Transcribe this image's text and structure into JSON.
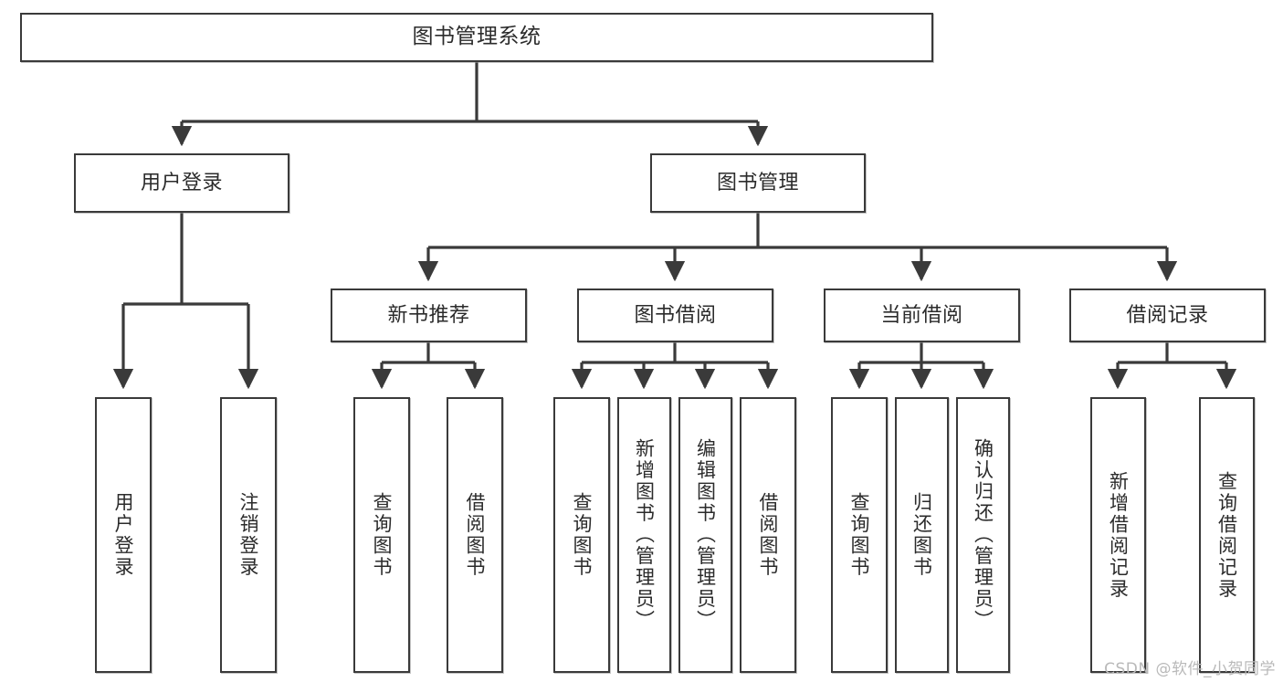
{
  "diagram": {
    "type": "tree",
    "title": "图书管理系统",
    "orientation": "top-down",
    "edge_style": "orthogonal-arrow",
    "colors": {
      "node_border": "#3a3a3a",
      "node_fill": "#ffffff",
      "edge": "#3a3a3a",
      "text": "#2b2b2b",
      "watermark": "#b9b9b9",
      "background": "#ffffff"
    }
  },
  "watermark": "CSDN @软件_小贺同学",
  "nodes": {
    "root": {
      "label": "图书管理系统",
      "level": 1
    },
    "l2": [
      {
        "id": "user_login",
        "label": "用户登录",
        "level": 2
      },
      {
        "id": "book_manage",
        "label": "图书管理",
        "level": 2
      }
    ],
    "l3": [
      {
        "id": "new_book_rec",
        "label": "新书推荐",
        "level": 3,
        "parent": "book_manage"
      },
      {
        "id": "book_borrow",
        "label": "图书借阅",
        "level": 3,
        "parent": "book_manage"
      },
      {
        "id": "current_borrow",
        "label": "当前借阅",
        "level": 3,
        "parent": "book_manage"
      },
      {
        "id": "borrow_record",
        "label": "借阅记录",
        "level": 3,
        "parent": "book_manage"
      }
    ],
    "leaves": [
      {
        "id": "leaf_user_login",
        "label": "用户登录",
        "level": 4,
        "parent": "user_login"
      },
      {
        "id": "leaf_logout",
        "label": "注销登录",
        "level": 4,
        "parent": "user_login"
      },
      {
        "id": "leaf_query_book_1",
        "label": "查询图书",
        "level": 4,
        "parent": "new_book_rec"
      },
      {
        "id": "leaf_borrow_book_1",
        "label": "借阅图书",
        "level": 4,
        "parent": "new_book_rec"
      },
      {
        "id": "leaf_query_book_2",
        "label": "查询图书",
        "level": 4,
        "parent": "book_borrow"
      },
      {
        "id": "leaf_add_book",
        "label": "新增图书（管理员）",
        "level": 4,
        "parent": "book_borrow"
      },
      {
        "id": "leaf_edit_book",
        "label": "编辑图书（管理员）",
        "level": 4,
        "parent": "book_borrow"
      },
      {
        "id": "leaf_borrow_book_2",
        "label": "借阅图书",
        "level": 4,
        "parent": "book_borrow"
      },
      {
        "id": "leaf_query_book_3",
        "label": "查询图书",
        "level": 4,
        "parent": "current_borrow"
      },
      {
        "id": "leaf_return_book",
        "label": "归还图书",
        "level": 4,
        "parent": "current_borrow"
      },
      {
        "id": "leaf_confirm_return",
        "label": "确认归还（管理员）",
        "level": 4,
        "parent": "current_borrow"
      },
      {
        "id": "leaf_add_record",
        "label": "新增借阅记录",
        "level": 4,
        "parent": "borrow_record"
      },
      {
        "id": "leaf_query_record",
        "label": "查询借阅记录",
        "level": 4,
        "parent": "borrow_record"
      }
    ]
  }
}
